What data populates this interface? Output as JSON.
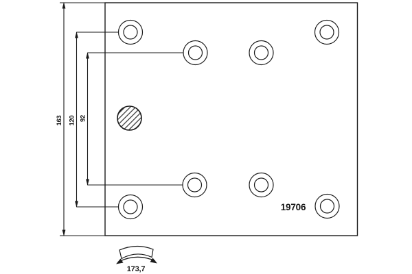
{
  "drawing": {
    "part_number": "19706",
    "dimensions": {
      "overall": "163",
      "outer_holes": "120",
      "inner_holes": "92",
      "arc_length": "173,7"
    },
    "holes": {
      "rivet_hole_count": 8,
      "hatched_hole_count": 1
    },
    "colors": {
      "line": "#1a1a1a",
      "background": "#ffffff"
    }
  }
}
